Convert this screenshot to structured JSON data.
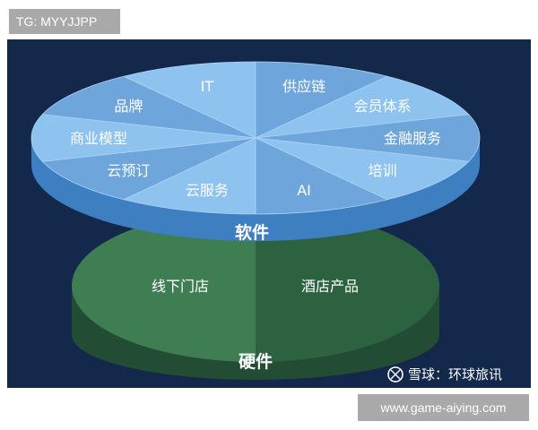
{
  "badge": {
    "text": "TG: MYYJJPP"
  },
  "diagram": {
    "top_disc": {
      "segments": [
        "IT",
        "供应链",
        "会员体系",
        "金融服务",
        "培训",
        "AI",
        "云服务",
        "云预订",
        "商业模型",
        "品牌"
      ],
      "band_label": "软件"
    },
    "bottom_disc": {
      "left_label": "线下门店",
      "right_label": "酒店产品",
      "band_label": "硬件"
    },
    "watermark": {
      "text": "雪球：环球旅讯",
      "icon": "xueqiu-logo-icon"
    }
  },
  "colors": {
    "background": "#13284b",
    "top_disc_light": "#8fc3ef",
    "top_disc_dark": "#6ea6dc",
    "top_disc_side": "#3d7fc0",
    "bottom_disc_light": "#3e7e52",
    "bottom_disc_dark": "#2d6241",
    "bottom_disc_side": "#224c34"
  },
  "footer": {
    "url": "www.game-aiying.com"
  }
}
